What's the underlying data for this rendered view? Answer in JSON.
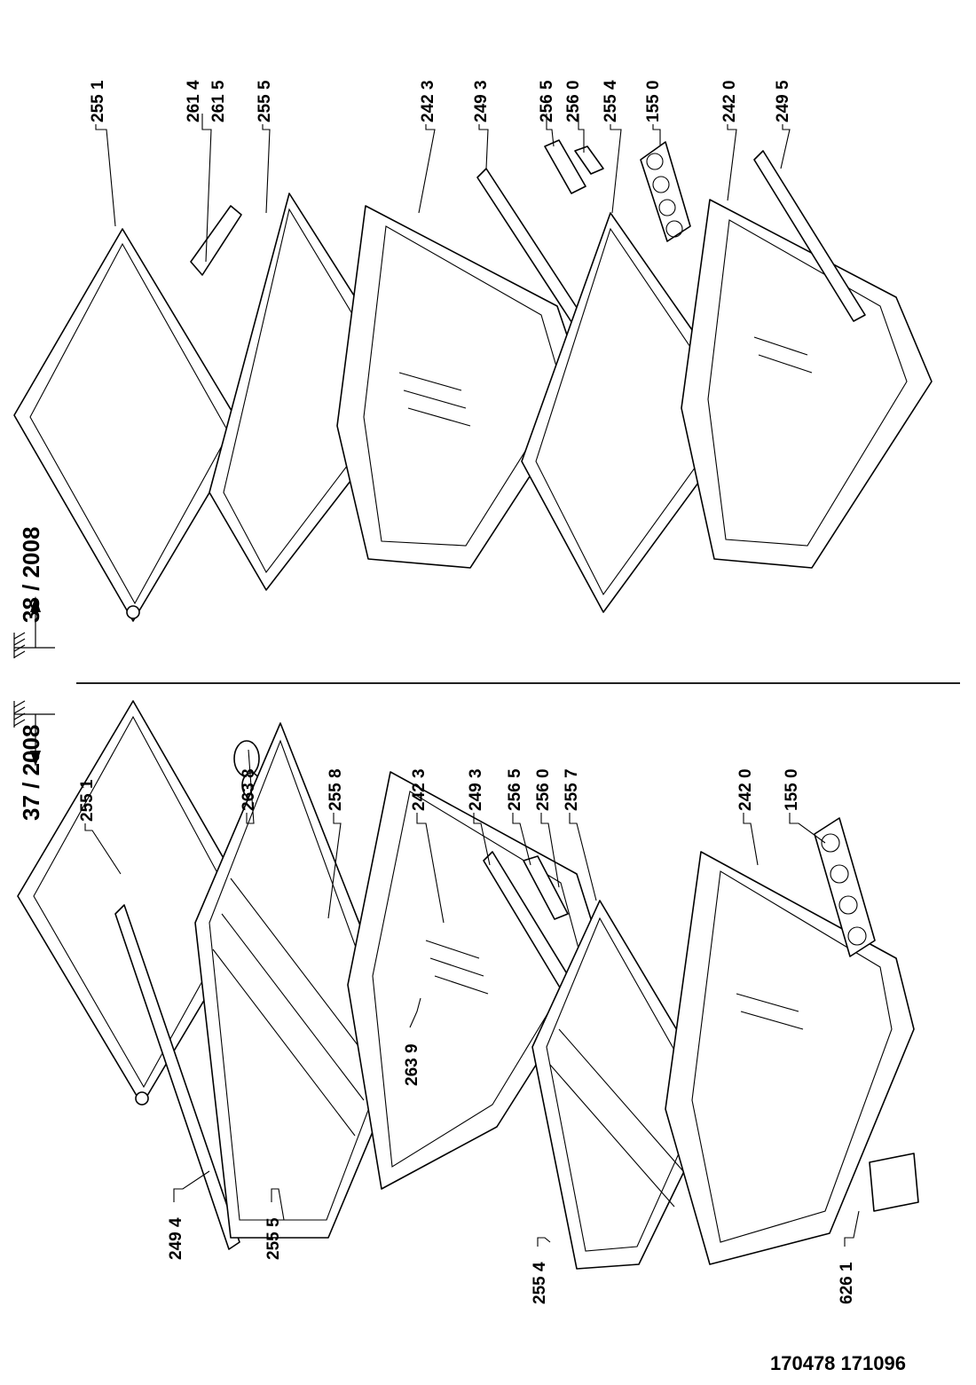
{
  "sections": [
    {
      "date": "37 / 2008",
      "labels": [
        "255 1",
        "263 8",
        "255 8",
        "242 3",
        "249 3",
        "256 5",
        "256 0",
        "255 7",
        "242 0",
        "155 0",
        "249 4",
        "255 5",
        "263 9",
        "255 4",
        "626 1"
      ]
    },
    {
      "date": "38 / 2008",
      "labels": [
        "255 1",
        "261 4",
        "261 5",
        "255 5",
        "242 3",
        "249 3",
        "256 5",
        "256 0",
        "255 4",
        "155 0",
        "242 0",
        "249 5"
      ]
    }
  ],
  "document_number": "170478  171096"
}
